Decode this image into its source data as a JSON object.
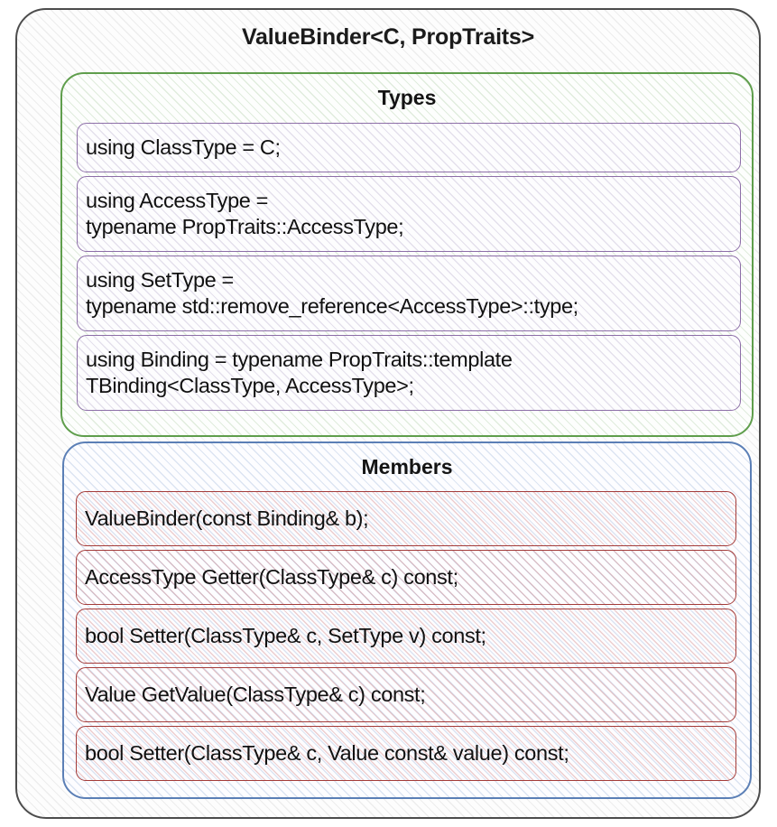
{
  "diagram": {
    "title": "ValueBinder<C, PropTraits>",
    "colors": {
      "outer_border": "#4c4c4c",
      "types_border": "#5f9e4c",
      "members_border": "#5b7fb6",
      "type_item_border": "#8d6fa8",
      "member_item_border": "#a43c3a",
      "text": "#111111",
      "background": "#ffffff"
    },
    "compartments": [
      {
        "id": "types",
        "title": "Types",
        "items": [
          {
            "lines": [
              "using ClassType = C;"
            ]
          },
          {
            "lines": [
              "using AccessType =",
              "typename PropTraits::AccessType;"
            ]
          },
          {
            "lines": [
              "using SetType =",
              "typename std::remove_reference<AccessType>::type;"
            ]
          },
          {
            "lines": [
              "using Binding = typename PropTraits::template",
              "TBinding<ClassType, AccessType>;"
            ]
          }
        ]
      },
      {
        "id": "members",
        "title": "Members",
        "items": [
          {
            "lines": [
              "ValueBinder(const Binding& b);"
            ]
          },
          {
            "lines": [
              "AccessType Getter(ClassType& c) const;"
            ]
          },
          {
            "lines": [
              "bool Setter(ClassType& c, SetType v) const;"
            ]
          },
          {
            "lines": [
              "Value GetValue(ClassType& c) const;"
            ]
          },
          {
            "lines": [
              "bool Setter(ClassType& c, Value const& value) const;"
            ]
          }
        ]
      }
    ]
  }
}
